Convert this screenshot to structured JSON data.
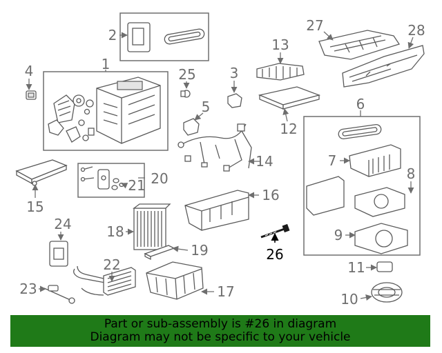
{
  "diagram": {
    "callouts": [
      "1",
      "2",
      "3",
      "4",
      "5",
      "6",
      "7",
      "8",
      "9",
      "10",
      "11",
      "12",
      "13",
      "14",
      "15",
      "16",
      "17",
      "18",
      "19",
      "20",
      "21",
      "22",
      "23",
      "24",
      "25",
      "26",
      "27",
      "28"
    ],
    "highlighted": "26",
    "colors": {
      "label": "#6e6e6e",
      "highlight": "#000000",
      "banner": "#1f7a18"
    }
  },
  "banner": {
    "line1": "Part or sub-assembly is #26 in diagram",
    "line2": "Diagram may not be specific to your vehicle"
  }
}
